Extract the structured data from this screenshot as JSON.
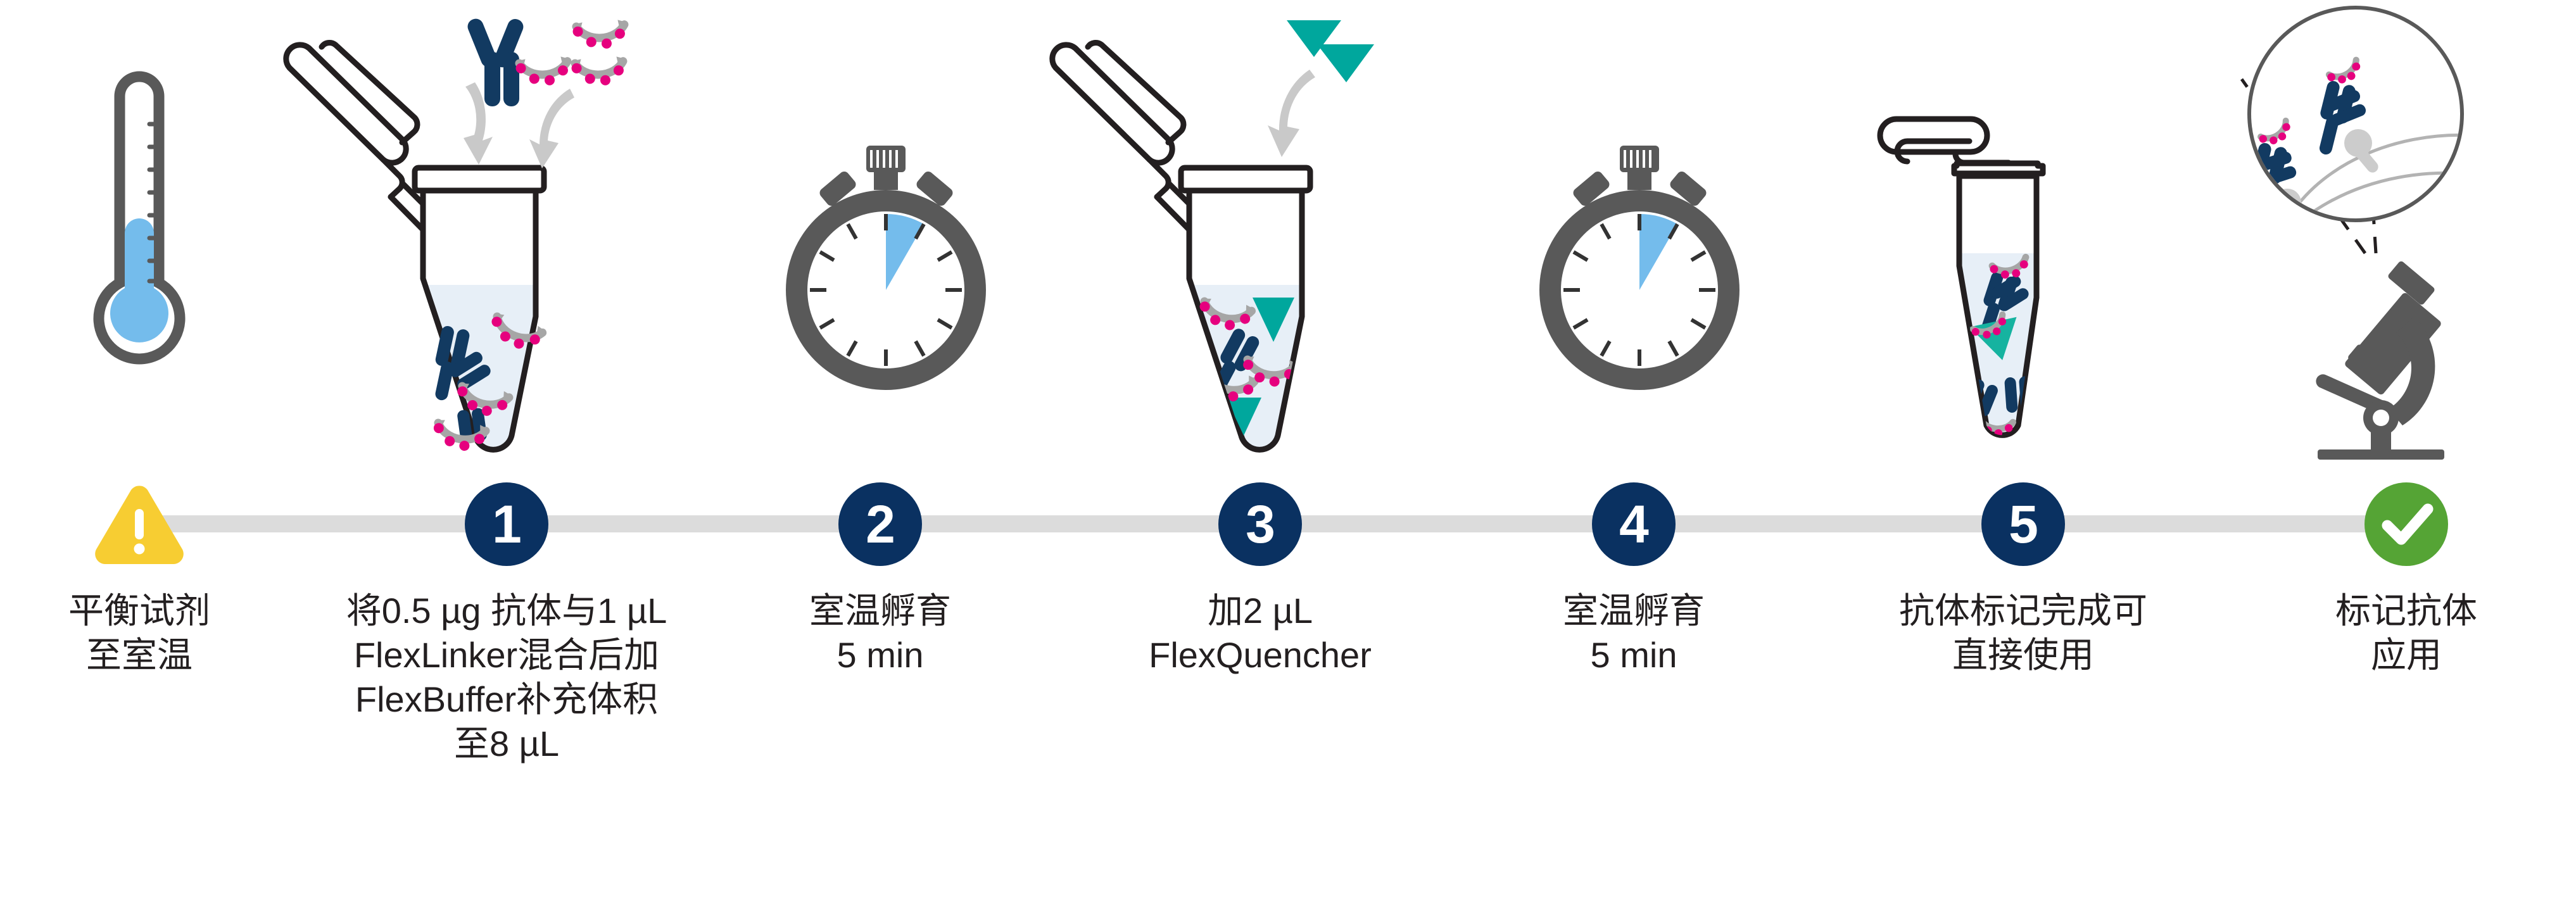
{
  "diagram": {
    "title": "Antibody labeling workflow",
    "type": "horizontal-timeline",
    "colors": {
      "rail": "#dcdcdc",
      "marker_navy": "#0a3161",
      "warning_yellow": "#f7cd32",
      "success_green": "#55a435",
      "antibody_navy": "#123a61",
      "linker_magenta": "#e6007e",
      "linker_gray": "#a6a6a6",
      "quencher_teal": "#00a79d",
      "tube_outline": "#231f20",
      "liquid_blue": "#e7eff7",
      "icon_gray": "#595959",
      "thermo_blue": "#74bcec",
      "arrow_gray": "#c9c9c9",
      "text": "#231f20"
    }
  },
  "steps": [
    {
      "marker": "warning",
      "marker_label": "!",
      "icon": "thermometer-icon",
      "caption": "平衡试剂\n至室温"
    },
    {
      "marker": "number",
      "marker_label": "1",
      "icon": "open-tube-with-antibody-and-linker-icon",
      "caption": "将0.5 µg 抗体与1 µL\nFlexLinker混合后加\nFlexBuffer补充体积\n至8 µL"
    },
    {
      "marker": "number",
      "marker_label": "2",
      "icon": "stopwatch-icon",
      "caption": "室温孵育\n5 min"
    },
    {
      "marker": "number",
      "marker_label": "3",
      "icon": "open-tube-with-quencher-icon",
      "caption": "加2 µL\nFlexQuencher"
    },
    {
      "marker": "number",
      "marker_label": "4",
      "icon": "stopwatch-icon",
      "caption": "室温孵育\n5 min"
    },
    {
      "marker": "number",
      "marker_label": "5",
      "icon": "closed-tube-icon",
      "caption": "抗体标记完成可\n直接使用"
    },
    {
      "marker": "check",
      "marker_label": "✓",
      "icon": "microscope-with-magnifier-icon",
      "caption": "标记抗体\n应用"
    }
  ]
}
